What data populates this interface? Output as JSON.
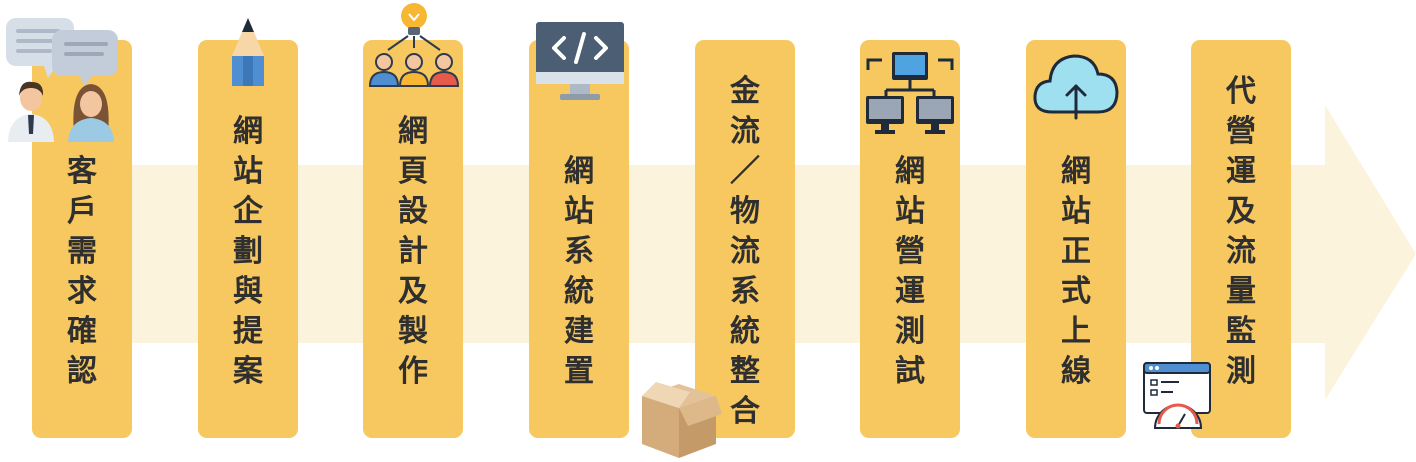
{
  "flow": {
    "stages": [
      {
        "label": "客戶需求確認",
        "icon": "customer-chat-icon"
      },
      {
        "label": "網站企劃與提案",
        "icon": "pencil-icon"
      },
      {
        "label": "網頁設計及製作",
        "icon": "team-idea-icon"
      },
      {
        "label": "網站系統建置",
        "icon": "code-monitor-icon"
      },
      {
        "label": "金流／物流系統整合",
        "icon": "package-box-icon"
      },
      {
        "label": "網站營運測試",
        "icon": "network-computers-icon"
      },
      {
        "label": "網站正式上線",
        "icon": "cloud-upload-icon"
      },
      {
        "label": "代營運及流量監測",
        "icon": "web-dashboard-icon"
      }
    ]
  },
  "colors": {
    "stage": "#F7C85F",
    "arrow": "#FBF3DC",
    "text": "#2f2f2f"
  }
}
